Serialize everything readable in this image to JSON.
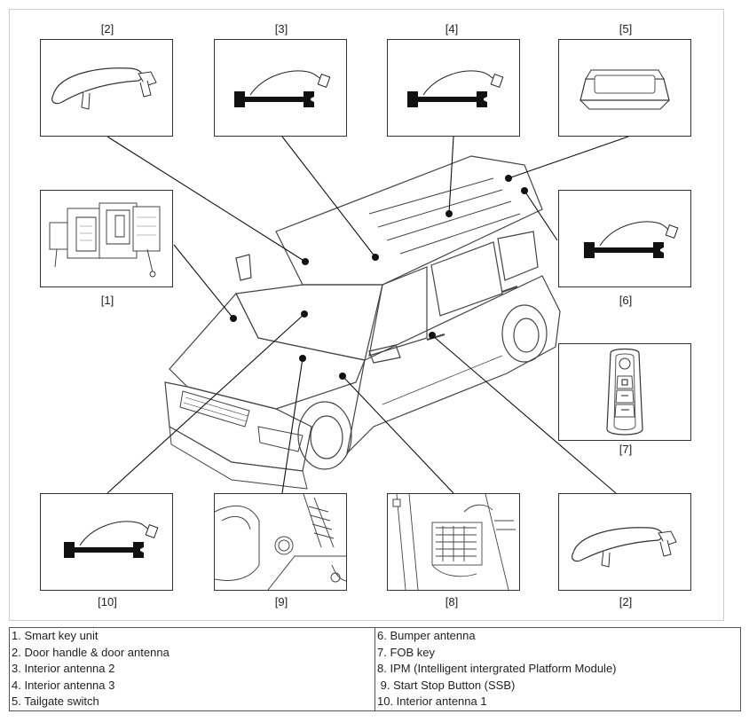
{
  "callouts": {
    "top_2": "[2]",
    "top_3": "[3]",
    "top_4": "[4]",
    "top_5": "[5]",
    "left_1": "[1]",
    "right_6": "[6]",
    "right_7": "[7]",
    "bottom_10": "[10]",
    "bottom_9": "[9]",
    "bottom_8": "[8]",
    "bottom_2": "[2]"
  },
  "legend": {
    "left": [
      "1. Smart key unit",
      "2. Door handle & door antenna",
      "3. Interior antenna 2",
      "4. Interior antenna 3",
      "5. Tailgate switch"
    ],
    "right": [
      "6. Bumper antenna",
      "7. FOB key",
      "8. IPM (Intelligent intergrated Platform Module)",
      " 9. Start Stop Button (SSB)",
      "10. Interior antenna 1"
    ]
  }
}
